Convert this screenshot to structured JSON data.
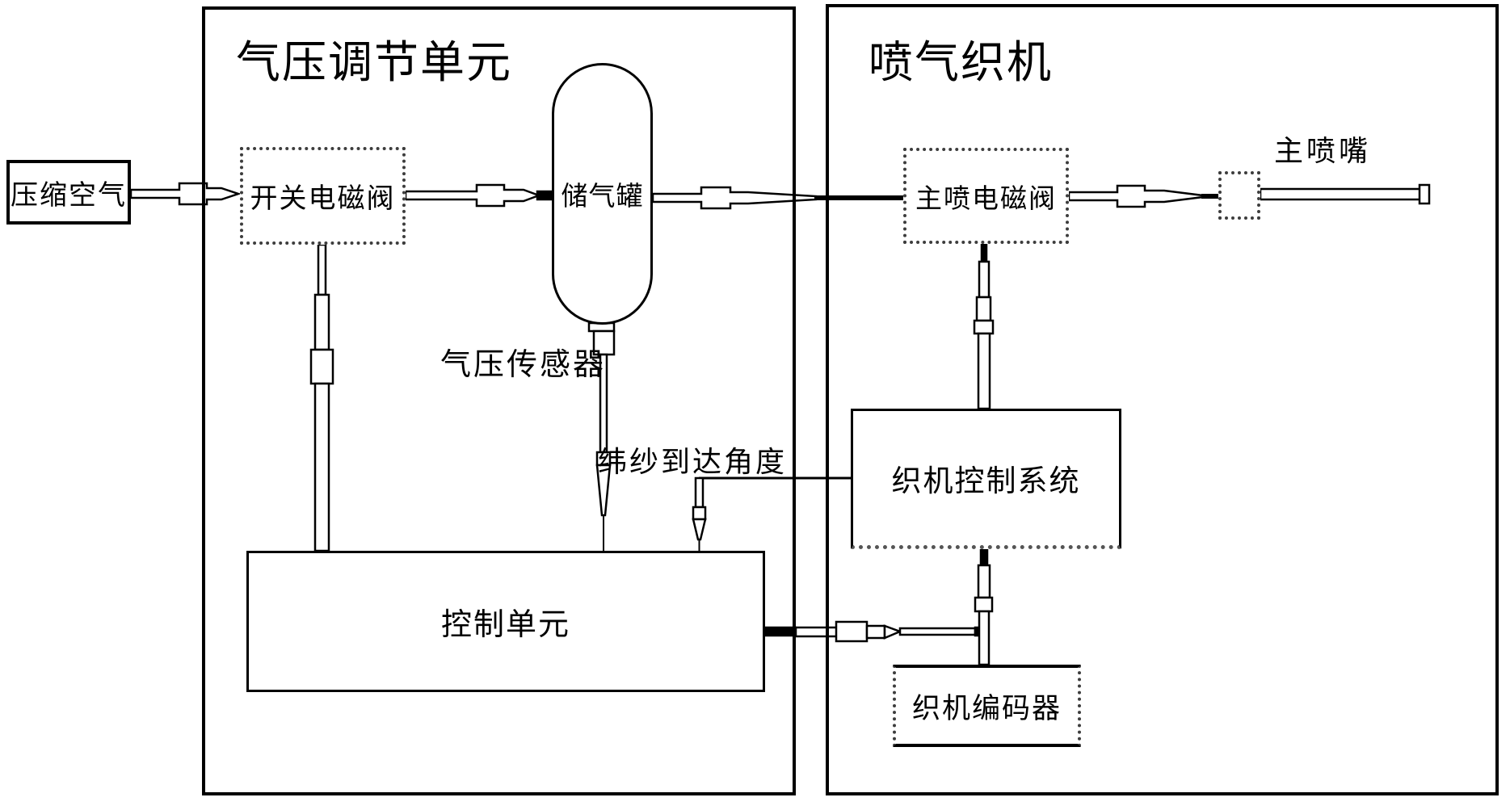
{
  "colors": {
    "ink": "#000000",
    "speckle_border": "#3d3d3d",
    "background": "#ffffff"
  },
  "left_unit": {
    "title": "气压调节单元"
  },
  "right_unit": {
    "title": "喷气织机"
  },
  "nodes": {
    "compressed_air": {
      "label": "压缩空气"
    },
    "switch_solenoid_valve": {
      "label": "开关电磁阀"
    },
    "air_tank": {
      "label": "储气罐"
    },
    "pressure_sensor": {
      "label": "气压传感器"
    },
    "control_unit": {
      "label": "控制单元"
    },
    "main_jet_solenoid_valve": {
      "label": "主喷电磁阀"
    },
    "main_nozzle": {
      "label": "主喷嘴"
    },
    "loom_control_system": {
      "label": "织机控制系统"
    },
    "loom_encoder": {
      "label": "织机编码器"
    }
  },
  "annotations": {
    "weft_arrival_angle": {
      "label": "纬纱到达角度"
    }
  }
}
